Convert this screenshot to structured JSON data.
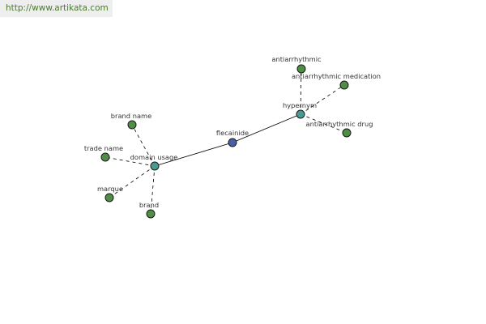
{
  "header": {
    "url": "http://www.artikata.com"
  },
  "graph": {
    "colors": {
      "center": "#4a5fa8",
      "hub": "#4a9a94",
      "leaf": "#4e8f45"
    },
    "nodes": [
      {
        "id": "flecainide",
        "label": "flecainide",
        "kind": "center"
      },
      {
        "id": "domain-usage",
        "label": "domain usage",
        "kind": "hub"
      },
      {
        "id": "hypernym",
        "label": "hypernym",
        "kind": "hub"
      },
      {
        "id": "brand-name",
        "label": "brand name",
        "kind": "leaf"
      },
      {
        "id": "trade-name",
        "label": "trade name",
        "kind": "leaf"
      },
      {
        "id": "marque",
        "label": "marque",
        "kind": "leaf"
      },
      {
        "id": "brand",
        "label": "brand",
        "kind": "leaf"
      },
      {
        "id": "antiarrhythmic",
        "label": "antiarrhythmic",
        "kind": "leaf"
      },
      {
        "id": "antiarrhythmic-medication",
        "label": "antiarrhythmic medication",
        "kind": "leaf"
      },
      {
        "id": "antiarrhythmic-drug",
        "label": "antiarrhythmic drug",
        "kind": "leaf"
      }
    ],
    "edges": [
      {
        "from": "flecainide",
        "to": "domain-usage",
        "style": "solid"
      },
      {
        "from": "flecainide",
        "to": "hypernym",
        "style": "solid"
      },
      {
        "from": "domain-usage",
        "to": "brand-name",
        "style": "dashed"
      },
      {
        "from": "domain-usage",
        "to": "trade-name",
        "style": "dashed"
      },
      {
        "from": "domain-usage",
        "to": "marque",
        "style": "dashed"
      },
      {
        "from": "domain-usage",
        "to": "brand",
        "style": "dashed"
      },
      {
        "from": "hypernym",
        "to": "antiarrhythmic",
        "style": "dashed"
      },
      {
        "from": "hypernym",
        "to": "antiarrhythmic-medication",
        "style": "dashed"
      },
      {
        "from": "hypernym",
        "to": "antiarrhythmic-drug",
        "style": "dashed"
      }
    ]
  }
}
